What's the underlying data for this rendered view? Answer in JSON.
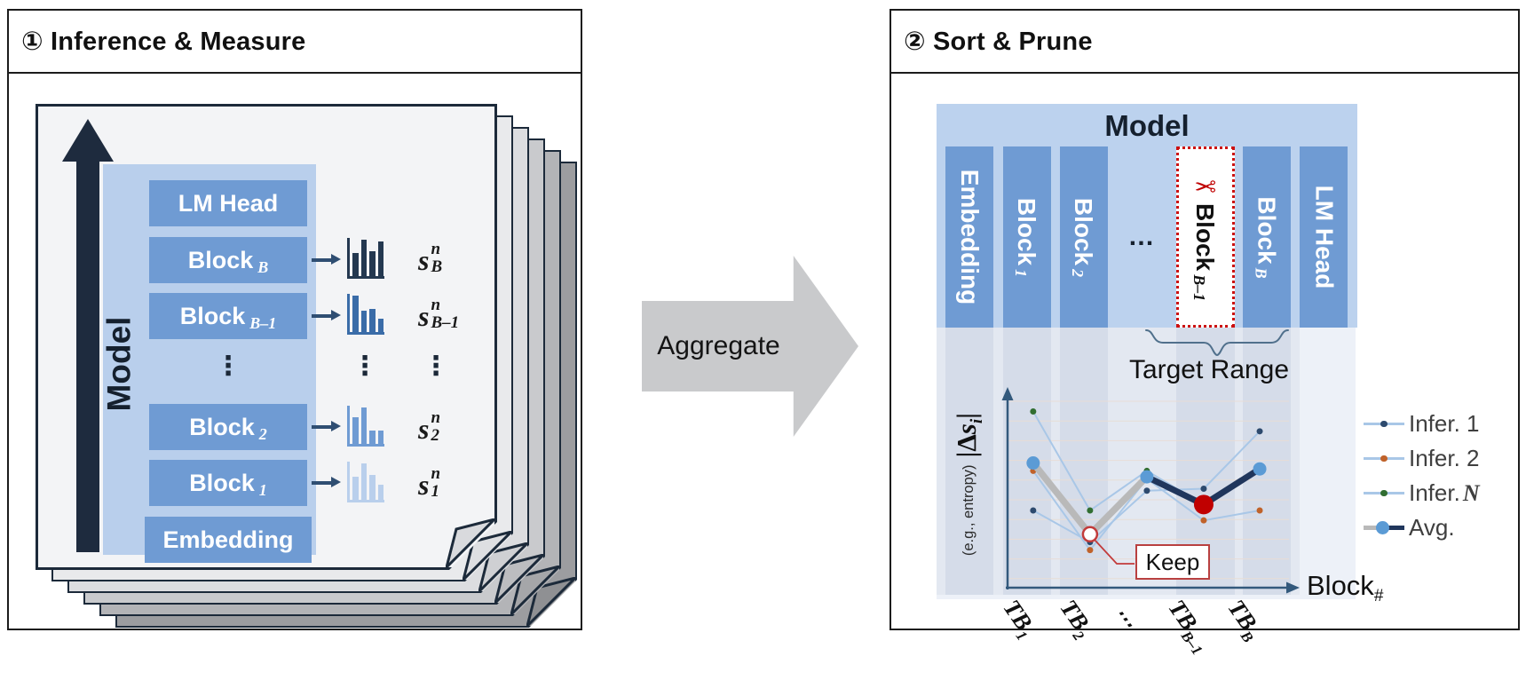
{
  "panel1": {
    "title": "① Inference & Measure",
    "model_label": "Model",
    "vdots": "⋮",
    "blocks": [
      {
        "label": "LM Head",
        "sub": ""
      },
      {
        "label": "Block",
        "sub": "B"
      },
      {
        "label": "Block",
        "sub": "B–1"
      },
      {
        "label": "Block",
        "sub": "2"
      },
      {
        "label": "Block",
        "sub": "1"
      },
      {
        "label": "Embedding",
        "sub": ""
      }
    ],
    "scores": [
      {
        "base": "s",
        "sup": "n",
        "sub": "B",
        "bar_color": "#243850",
        "bars": [
          60,
          95,
          65,
          90
        ]
      },
      {
        "base": "s",
        "sup": "n",
        "sub": "B–1",
        "bar_color": "#3a6ca8",
        "bars": [
          95,
          55,
          60,
          35
        ]
      },
      {
        "base": "s",
        "sup": "n",
        "sub": "2",
        "bar_color": "#6f9bd3",
        "bars": [
          70,
          95,
          35,
          35
        ]
      },
      {
        "base": "s",
        "sup": "n",
        "sub": "1",
        "bar_color": "#b9cfec",
        "bars": [
          60,
          95,
          65,
          40
        ]
      }
    ]
  },
  "aggregate": {
    "label": "Aggregate"
  },
  "panel2": {
    "title": "② Sort & Prune",
    "model_title": "Model",
    "columns": [
      {
        "label": "Embedding",
        "sub": ""
      },
      {
        "label": "Block",
        "sub": "1"
      },
      {
        "label": "Block",
        "sub": "2"
      },
      {
        "label": "…",
        "sub": ""
      },
      {
        "label": "Block",
        "sub": "B–1",
        "pruned": true,
        "scissors_icon": "✂"
      },
      {
        "label": "Block",
        "sub": "B"
      },
      {
        "label": "LM Head",
        "sub": ""
      }
    ],
    "target_range_label": "Target Range",
    "keep_label": "Keep",
    "axis": {
      "y_main_pre": "|Δ",
      "y_main_s": "s",
      "y_main_sub": "i",
      "y_main_post": "|",
      "y_sub_label": "(e.g., entropy)",
      "x_label": "Block",
      "x_label_sub": "#"
    },
    "ticks": [
      {
        "t": "TB",
        "sub": "1"
      },
      {
        "t": "TB",
        "sub": "2"
      },
      {
        "t": "⋯",
        "sub": ""
      },
      {
        "t": "TB",
        "sub": "B–1"
      },
      {
        "t": "TB",
        "sub": "B"
      }
    ],
    "legend": [
      {
        "label": "Infer. 1",
        "suffix": "",
        "dot_color": "#2d4a6e",
        "style": "thin"
      },
      {
        "label": "Infer. 2",
        "suffix": "",
        "dot_color": "#c0622a",
        "style": "thin"
      },
      {
        "label": "Infer.",
        "suffix": "N",
        "dot_color": "#316e31",
        "style": "thin"
      },
      {
        "label": "Avg.",
        "suffix": "",
        "dot_color": "#5b9bd5",
        "style": "avg"
      }
    ]
  },
  "chart_data": {
    "type": "line",
    "title": "",
    "xlabel": "Block#",
    "ylabel": "|Δs_i| (e.g., entropy)",
    "categories": [
      "TB_1",
      "TB_2",
      "⋯",
      "TB_B-1",
      "TB_B"
    ],
    "x_fractions": [
      0.091,
      0.293,
      0.495,
      0.697,
      0.896
    ],
    "ylim": [
      0,
      100
    ],
    "grid": "horizontal-faint",
    "legend_position": "right",
    "series": [
      {
        "name": "Infer. 1",
        "values": [
          39,
          23,
          49,
          50,
          79
        ],
        "line_color": "#a9c7e7",
        "dot_color": "#2d4a6e"
      },
      {
        "name": "Infer. 2",
        "values": [
          59,
          19,
          55,
          34,
          39
        ],
        "line_color": "#a9c7e7",
        "dot_color": "#c0622a"
      },
      {
        "name": "Infer. N",
        "values": [
          89,
          39,
          59,
          42,
          60
        ],
        "line_color": "#a9c7e7",
        "dot_color": "#316e31"
      },
      {
        "name": "Avg.",
        "values": [
          63,
          27,
          56,
          42,
          60
        ],
        "segment_colors": [
          "#b9b9b9",
          "#b9b9b9",
          "#20365c",
          "#20365c"
        ],
        "markers": [
          "dot",
          "open",
          "dot",
          "red",
          "dot"
        ]
      }
    ],
    "annotations": [
      {
        "text": "Keep",
        "series": "Avg.",
        "point_index": 1
      }
    ],
    "colors": {
      "avg_dot": "#5b9bd5",
      "pruned_red": "#c00000",
      "open_ring": "#c23b3b",
      "axis": "#33597c",
      "grid": "#e8ddd6"
    }
  }
}
